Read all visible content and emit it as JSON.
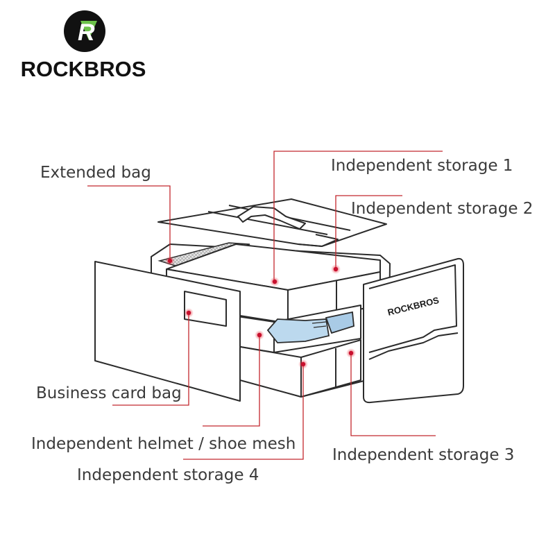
{
  "brand": {
    "name": "ROCKBROS",
    "logo_mark": "R",
    "panel_logo": "ROCKBROS"
  },
  "labels": {
    "extended_bag": "Extended bag",
    "storage_1": "Independent storage 1",
    "storage_2": "Independent storage 2",
    "business_card_bag": "Business card bag",
    "helmet_shoe_mesh": "Independent helmet / shoe mesh",
    "storage_3": "Independent storage 3",
    "storage_4": "Independent storage 4"
  },
  "colors": {
    "leader_line": "#c2272d",
    "marker_dot": "#c8102e",
    "mesh_blue": "#bcd9ee",
    "logo_green": "#6cc24a"
  }
}
